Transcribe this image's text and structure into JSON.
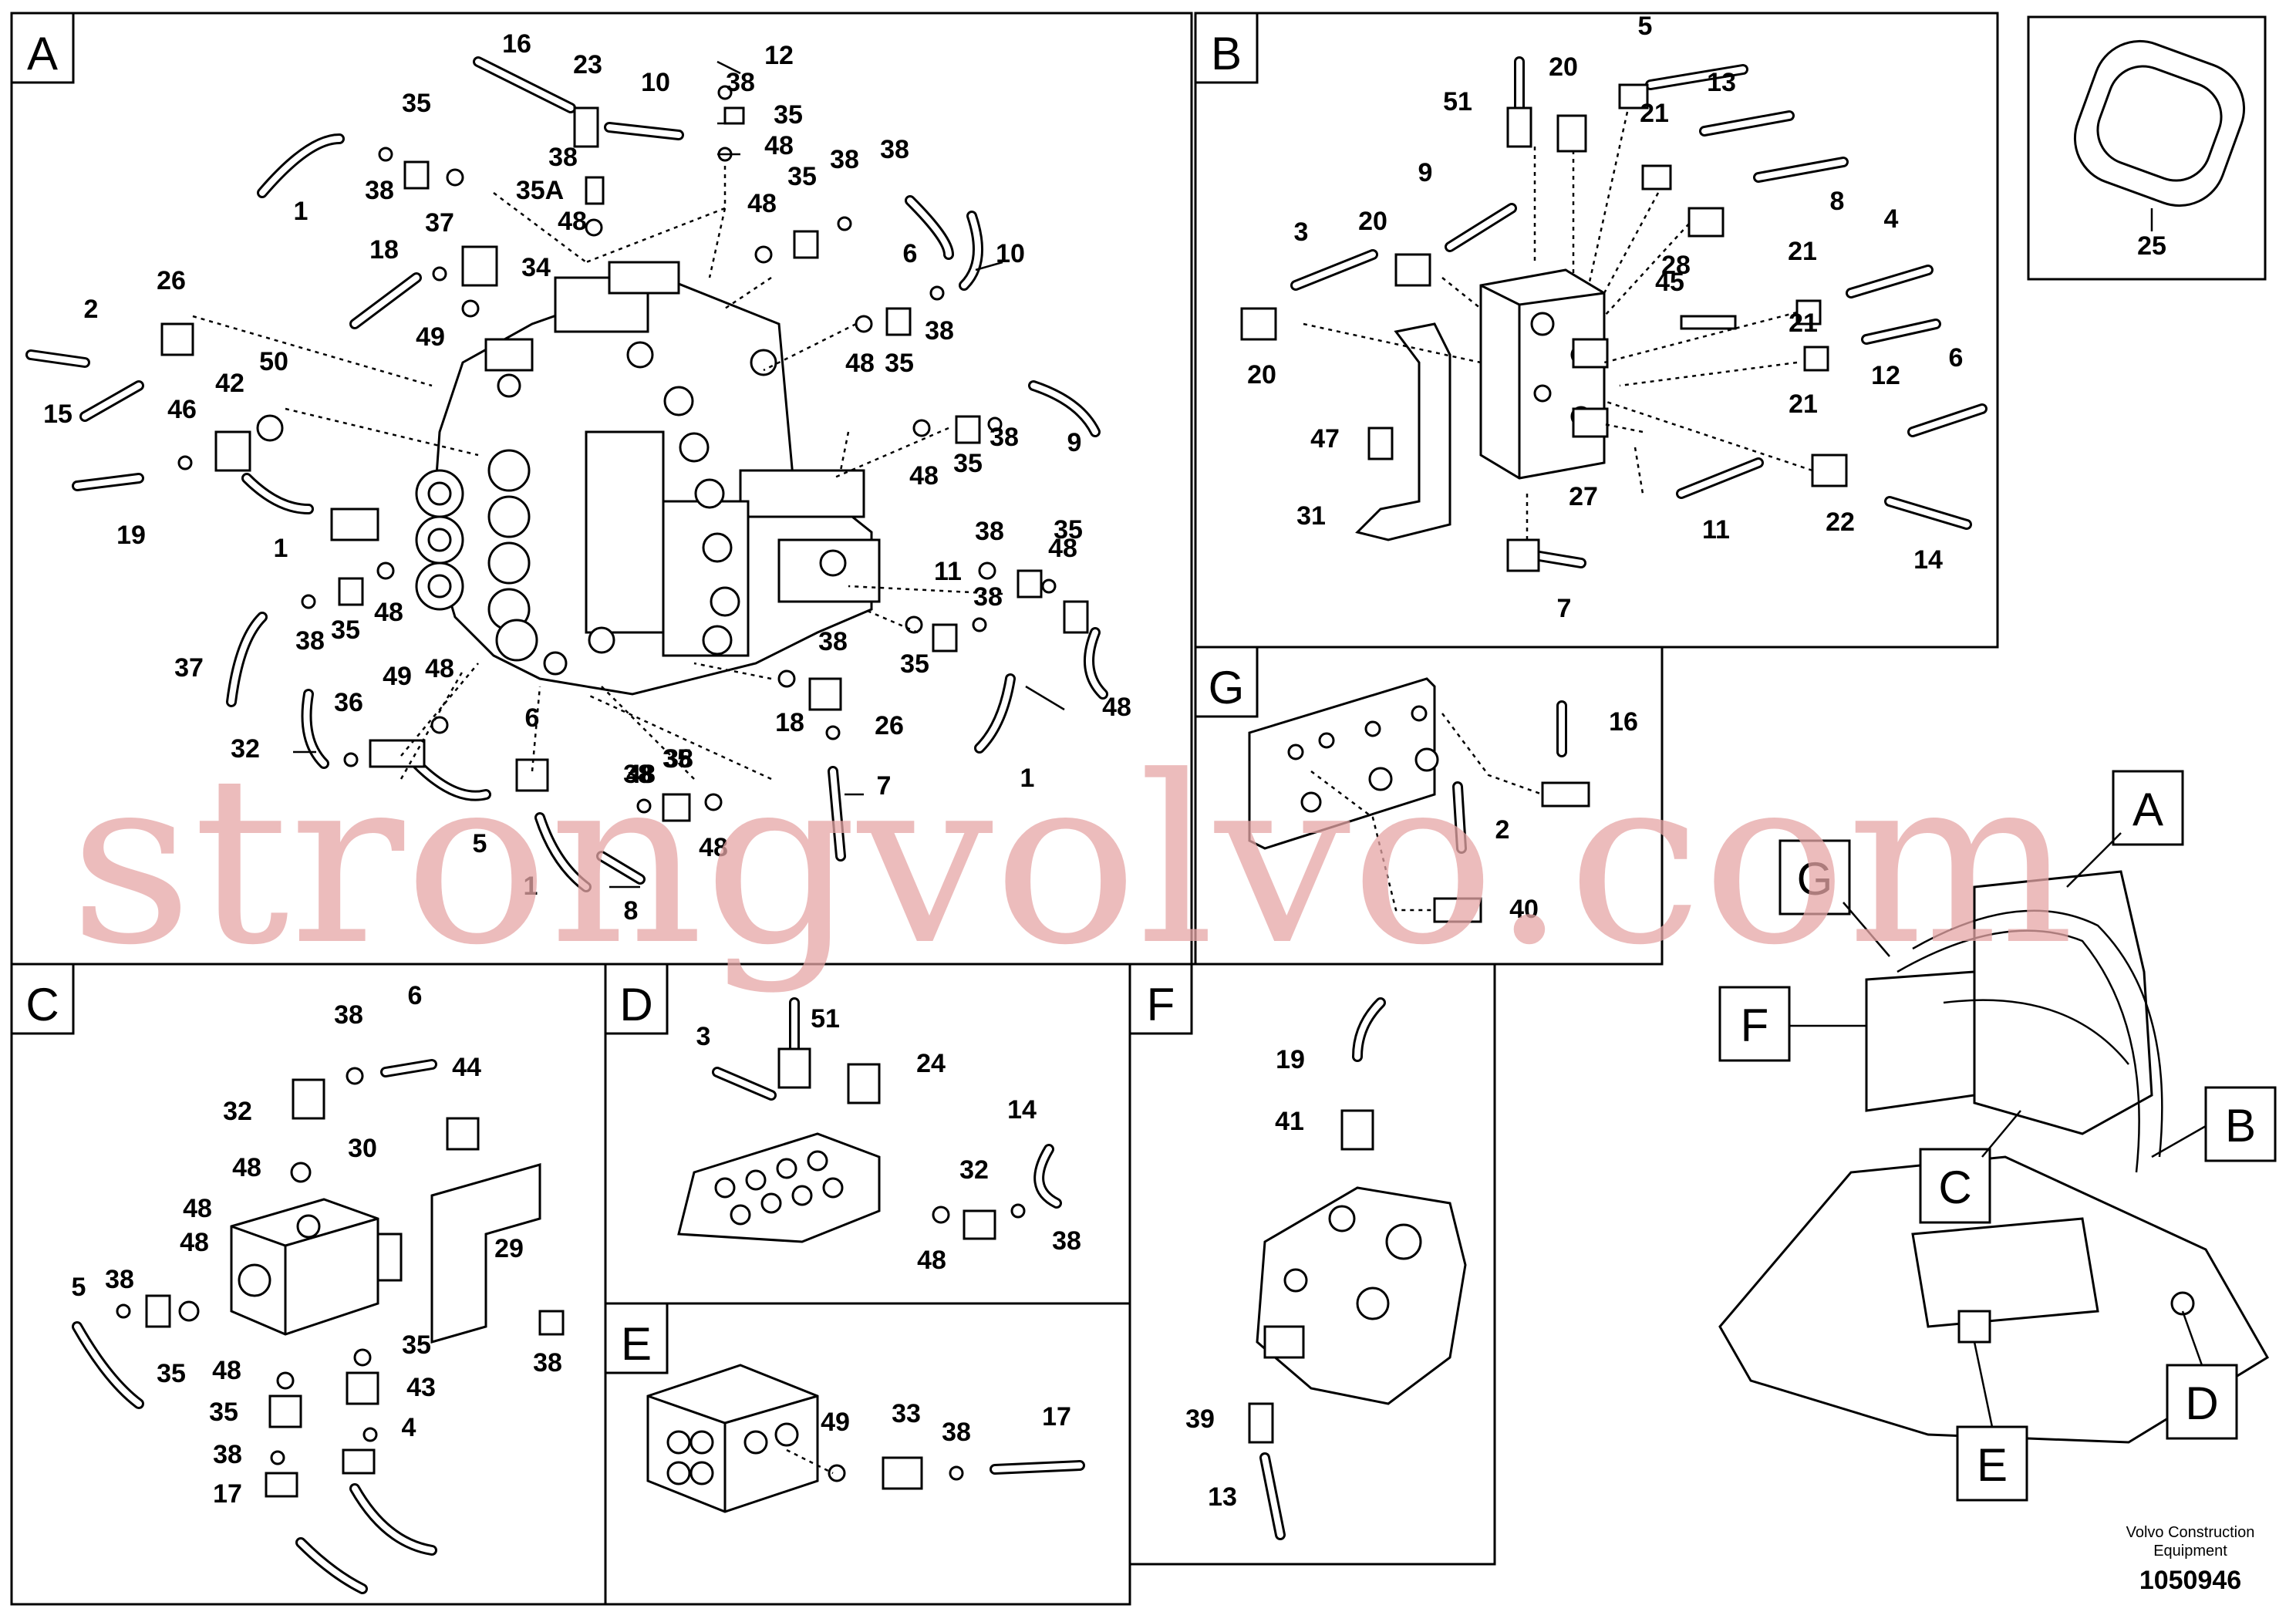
{
  "panels": [
    {
      "letter": "A"
    },
    {
      "letter": "B"
    },
    {
      "letter": "C"
    },
    {
      "letter": "D"
    },
    {
      "letter": "E"
    },
    {
      "letter": "F"
    },
    {
      "letter": "G"
    }
  ],
  "callouts": {
    "A": [
      "16",
      "23",
      "12",
      "38",
      "35",
      "10",
      "48",
      "35",
      "38",
      "1",
      "38",
      "38",
      "35A",
      "48",
      "48",
      "35",
      "38",
      "6",
      "10",
      "37",
      "18",
      "34",
      "26",
      "2",
      "49",
      "48",
      "35",
      "38",
      "42",
      "50",
      "15",
      "46",
      "48",
      "35",
      "38",
      "9",
      "19",
      "1",
      "48",
      "35",
      "38",
      "38",
      "35",
      "48",
      "11",
      "38",
      "37",
      "36",
      "49",
      "48",
      "35",
      "38",
      "48",
      "32",
      "6",
      "18",
      "26",
      "48",
      "38",
      "5",
      "38",
      "35",
      "7",
      "48",
      "1",
      "1",
      "8"
    ],
    "B": [
      "5",
      "51",
      "20",
      "13",
      "21",
      "9",
      "8",
      "20",
      "3",
      "28",
      "4",
      "21",
      "45",
      "20",
      "21",
      "12",
      "6",
      "47",
      "21",
      "22",
      "27",
      "14",
      "11",
      "31",
      "7"
    ],
    "C": [
      "38",
      "6",
      "44",
      "32",
      "30",
      "48",
      "48",
      "29",
      "5",
      "38",
      "35",
      "48",
      "48",
      "35",
      "35",
      "43",
      "38",
      "38",
      "4",
      "17"
    ],
    "D": [
      "3",
      "51",
      "24",
      "14",
      "32",
      "38",
      "48"
    ],
    "E": [
      "49",
      "33",
      "38",
      "17"
    ],
    "F": [
      "19",
      "41",
      "39",
      "13"
    ],
    "G": [
      "16",
      "2",
      "40"
    ],
    "inset": "25"
  },
  "overview_labels": [
    "A",
    "G",
    "F",
    "B",
    "C",
    "D",
    "E"
  ],
  "watermark": "strongvolvo.com",
  "footer": {
    "line1": "Volvo Construction",
    "line2": "Equipment",
    "number": "1050946"
  }
}
